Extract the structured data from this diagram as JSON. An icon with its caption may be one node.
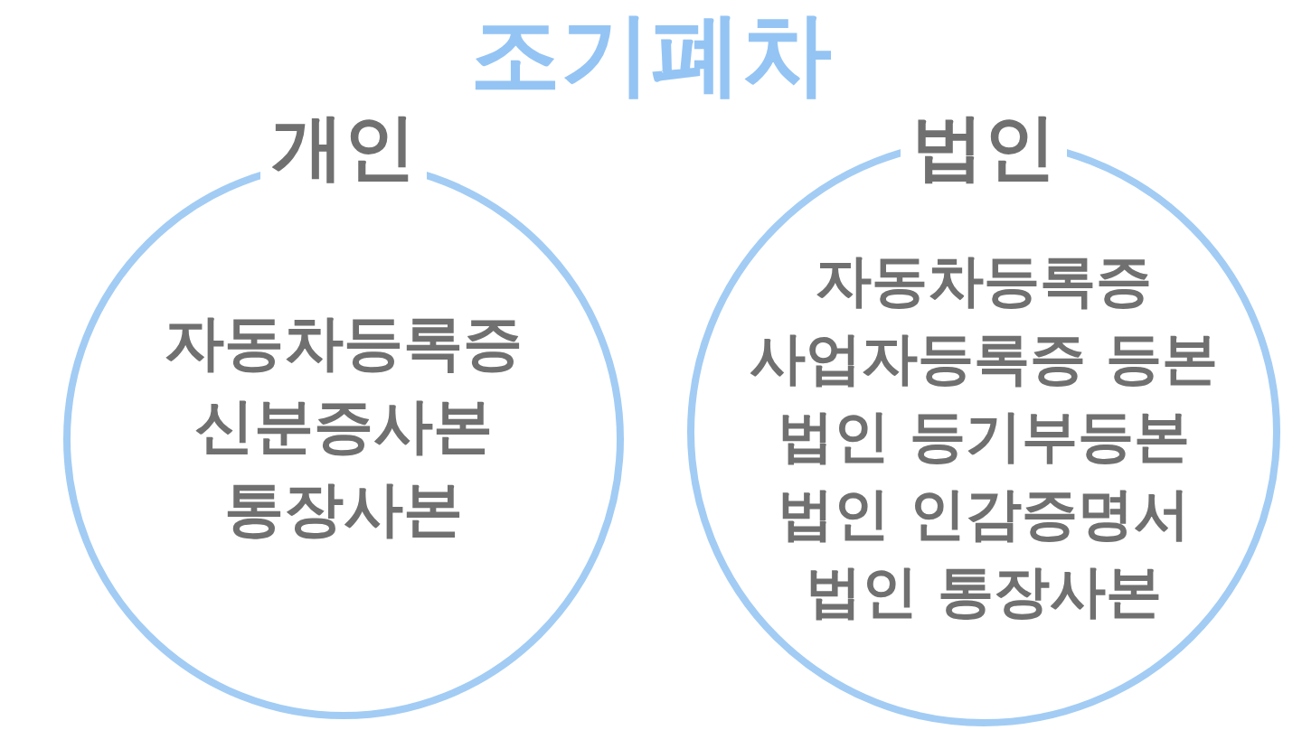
{
  "diagram": {
    "title": "조기폐차",
    "nodes": [
      {
        "text": [
          "개인",
          "자동차등록증",
          "신분증사본",
          "통장사본"
        ]
      },
      {
        "text": [
          "법인",
          "자동차등록증",
          "사업자등록증 등본",
          "법인 등기부등본",
          "법인 인감증명서",
          "법인 통장사본"
        ]
      }
    ]
  }
}
